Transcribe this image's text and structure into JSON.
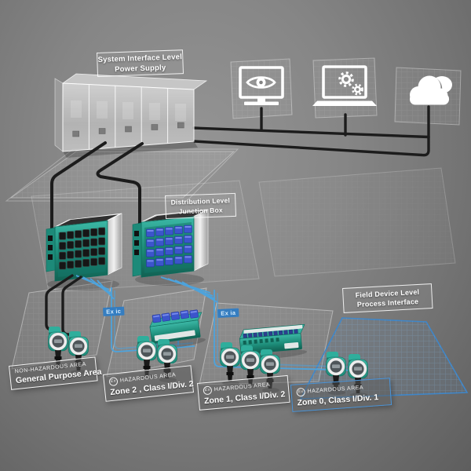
{
  "levels": {
    "system": {
      "line1": "System Interface Level",
      "line2": "Power Supply"
    },
    "distribution": {
      "line1": "Distribution Level",
      "line2": "Junction Box"
    },
    "field": {
      "line1": "Field Device Level",
      "line2": "Process Interface"
    }
  },
  "zones": {
    "general_purpose": {
      "area": "NON-HAZARDOUS AREA",
      "name": "General Purpose Area"
    },
    "zone2": {
      "area": "HAZARDOUS AREA",
      "name": "Zone 2 , Class I/Div. 2"
    },
    "zone1": {
      "area": "HAZARDOUS AREA",
      "name": "Zone 1, Class I/Div. 2"
    },
    "zone0": {
      "area": "HAZARDOUS AREA",
      "name": "Zone 0, Class I/Div. 1"
    }
  },
  "protection": {
    "ex_ic": "Ex ic",
    "ex_ia": "Ex ia",
    "ex_symbol": "Ex"
  },
  "icons": {
    "monitor": "monitor-eye-icon",
    "laptop": "laptop-gears-icon",
    "cloud": "cloud-icon"
  },
  "colors": {
    "device_teal": "#2fa795",
    "wire_blue": "#4da3dc",
    "ex_label_blue": "#2e7cc4",
    "zone0_border_blue": "#4a94d8",
    "cable_black": "#1c1c1c"
  }
}
